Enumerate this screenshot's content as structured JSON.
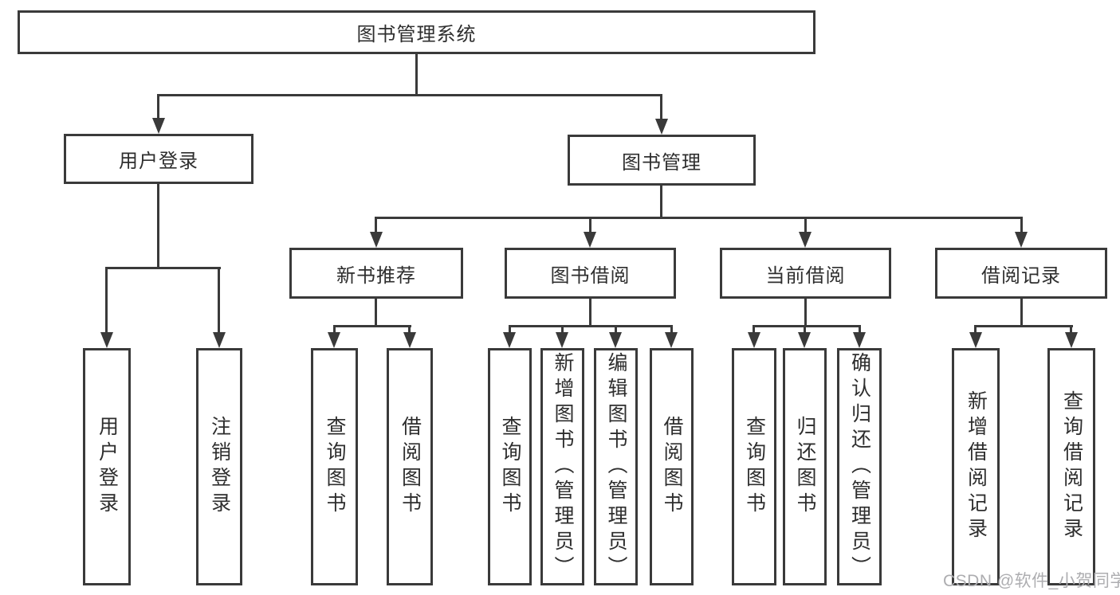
{
  "diagram": {
    "root": {
      "label": "图书管理系统"
    },
    "branches": [
      {
        "label": "用户登录",
        "leaves": [
          {
            "label": "用户登录"
          },
          {
            "label": "注销登录"
          }
        ]
      },
      {
        "label": "图书管理",
        "groups": [
          {
            "label": "新书推荐",
            "leaves": [
              {
                "label": "查询图书"
              },
              {
                "label": "借阅图书"
              }
            ]
          },
          {
            "label": "图书借阅",
            "leaves": [
              {
                "label": "查询图书"
              },
              {
                "label": "新增图书（管理员）"
              },
              {
                "label": "编辑图书（管理员）"
              },
              {
                "label": "借阅图书"
              }
            ]
          },
          {
            "label": "当前借阅",
            "leaves": [
              {
                "label": "查询图书"
              },
              {
                "label": "归还图书"
              },
              {
                "label": "确认归还（管理员）"
              }
            ]
          },
          {
            "label": "借阅记录",
            "leaves": [
              {
                "label": "新增借阅记录"
              },
              {
                "label": "查询借阅记录"
              }
            ]
          }
        ]
      }
    ]
  },
  "watermark": {
    "text": "CSDN @软件_小贺同学"
  },
  "colors": {
    "line": "#3a3a3a",
    "text": "#2e2e2e",
    "watermark": "#adadb0",
    "background": "#ffffff"
  }
}
